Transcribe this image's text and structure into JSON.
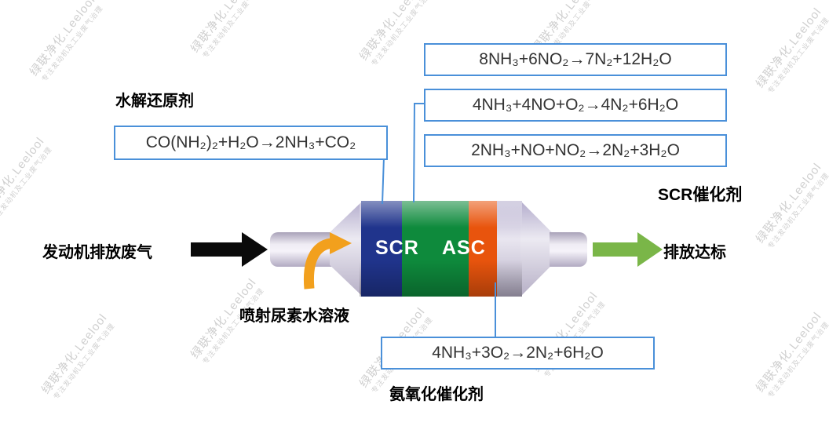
{
  "watermark": {
    "main": "绿联净化.Leelool",
    "sub": "专注发动机及工业废气治理"
  },
  "equations": {
    "top": [
      "8NH₃+6NO₂→7N₂+12H₂O",
      "4NH₃+4NO+O₂→4N₂+6H₂O",
      "2NH₃+NO+NO₂→2N₂+3H₂O"
    ],
    "hydrolysis": "CO(NH₂)₂+H₂O→2NH₃+CO₂",
    "ammonia_oxidation": "4NH₃+3O₂→2N₂+6H₂O"
  },
  "labels": {
    "hydrolysis_agent": "水解还原剂",
    "scr_catalyst": "SCR催化剂",
    "ammonia_oxidation_catalyst": "氨氧化催化剂",
    "engine_exhaust": "发动机排放废气",
    "urea_injection": "喷射尿素水溶液",
    "emission_standard": "排放达标"
  },
  "converter": {
    "scr_section_label": "SCR",
    "asc_section_label": "ASC"
  },
  "colors": {
    "box_border_blue": "#4a90d9",
    "connector_blue": "#4a90d9",
    "scr_blue_section": "#20348c",
    "scr_green_section": "#0e8a3c",
    "asc_orange_section": "#e8540d",
    "exhaust_arrow_black": "#0a0a0a",
    "clean_arrow_green": "#7ab648",
    "urea_arrow_orange": "#f2a01d"
  }
}
